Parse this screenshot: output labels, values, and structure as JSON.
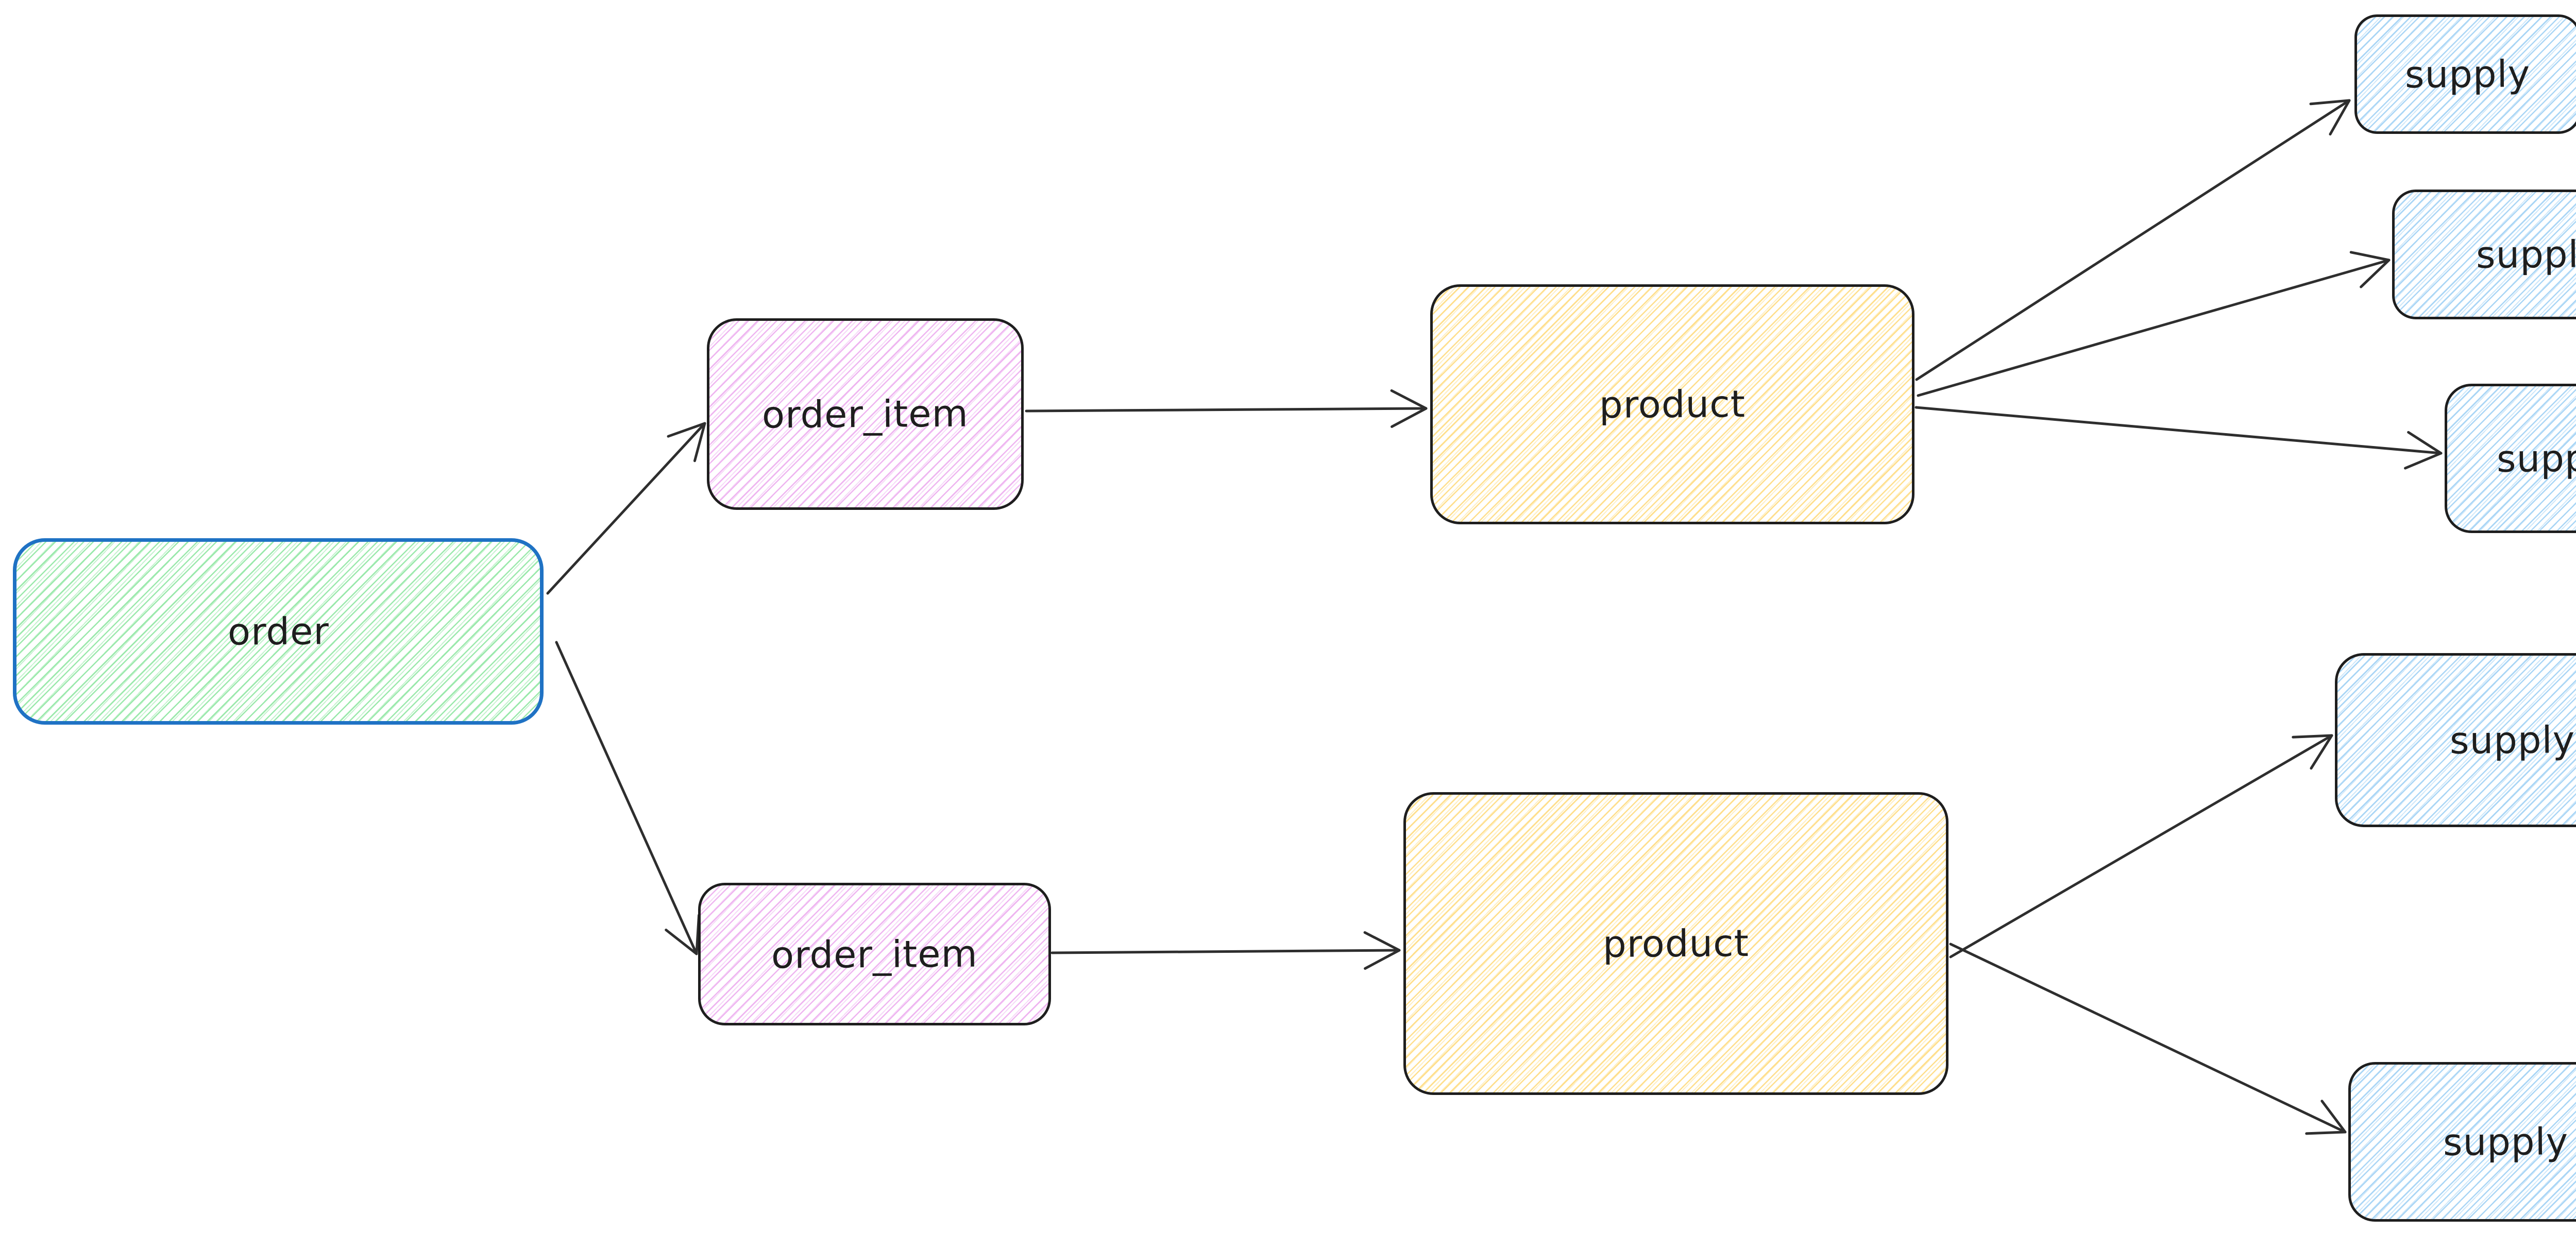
{
  "diagram": {
    "type": "entity-flow",
    "background": "#ffffff",
    "arrow_color": "#2e2e2e",
    "text_color": "#1e1e1e",
    "nodes": {
      "order": {
        "label": "order",
        "stroke": "#1f72c4",
        "hachure": "#96e8a8",
        "fill_name": "green"
      },
      "order_item_1": {
        "label": "order_item",
        "stroke": "#1e1e1e",
        "hachure": "#eeb2f0",
        "fill_name": "violet"
      },
      "order_item_2": {
        "label": "order_item",
        "stroke": "#1e1e1e",
        "hachure": "#eeb2f0",
        "fill_name": "violet"
      },
      "product_1": {
        "label": "product",
        "stroke": "#1e1e1e",
        "hachure": "#ffdd87",
        "fill_name": "yellow"
      },
      "product_2": {
        "label": "product",
        "stroke": "#1e1e1e",
        "hachure": "#ffdd87",
        "fill_name": "yellow"
      },
      "supply_1": {
        "label": "supply",
        "stroke": "#1e1e1e",
        "hachure": "#a6d4f5",
        "fill_name": "blue"
      },
      "supply_2": {
        "label": "supply",
        "stroke": "#1e1e1e",
        "hachure": "#a6d4f5",
        "fill_name": "blue"
      },
      "supply_3": {
        "label": "supply",
        "stroke": "#1e1e1e",
        "hachure": "#a6d4f5",
        "fill_name": "blue"
      },
      "supply_4": {
        "label": "supply",
        "stroke": "#1e1e1e",
        "hachure": "#a6d4f5",
        "fill_name": "blue"
      },
      "supply_5": {
        "label": "supply",
        "stroke": "#1e1e1e",
        "hachure": "#a6d4f5",
        "fill_name": "blue"
      }
    },
    "edges": [
      {
        "from": "order",
        "to": "order_item_1"
      },
      {
        "from": "order",
        "to": "order_item_2"
      },
      {
        "from": "order_item_1",
        "to": "product_1"
      },
      {
        "from": "order_item_2",
        "to": "product_2"
      },
      {
        "from": "product_1",
        "to": "supply_1"
      },
      {
        "from": "product_1",
        "to": "supply_2"
      },
      {
        "from": "product_1",
        "to": "supply_3"
      },
      {
        "from": "product_2",
        "to": "supply_4"
      },
      {
        "from": "product_2",
        "to": "supply_5"
      }
    ]
  }
}
